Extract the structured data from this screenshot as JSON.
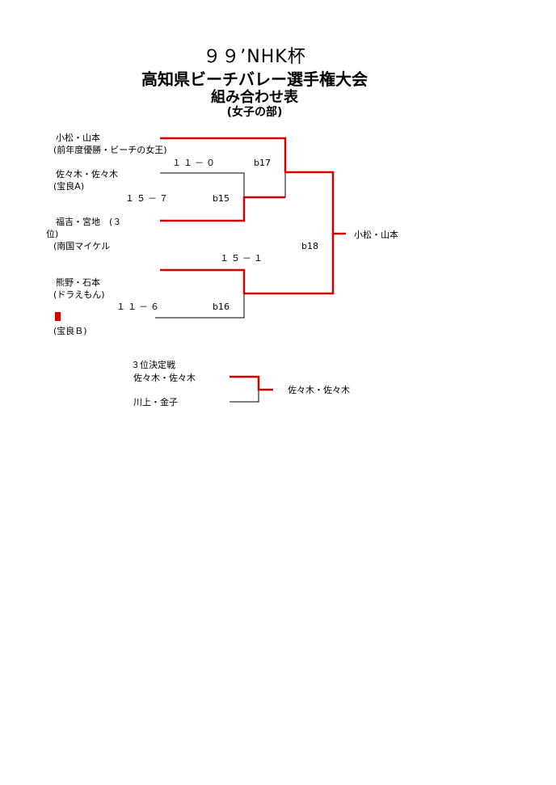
{
  "header": {
    "title": "９９’NHK杯",
    "subtitle": "高知県ビーチバレー選手権大会",
    "heading": "組み合わせ表",
    "division": "(女子の部)"
  },
  "teams": [
    {
      "name": "小松・山本",
      "note": "(前年度優勝・ビーチの女王)"
    },
    {
      "name": "佐々木・佐々木",
      "note": "(宝良A)"
    },
    {
      "name": "福吉・宮地　(３",
      "note": "位)",
      "note2": "(南国マイケル"
    },
    {
      "name": "熊野・石本",
      "note": "(ドラえもん)"
    },
    {
      "name": "",
      "note": "(宝良Ｂ)"
    }
  ],
  "matches": [
    {
      "id": "b15",
      "score": "１５－７"
    },
    {
      "id": "b16",
      "score": "１１－６"
    },
    {
      "id": "b17",
      "score": "１１－０"
    },
    {
      "id": "b18",
      "score": "１５－１"
    }
  ],
  "winner": "小松・山本",
  "third_place": {
    "label": "３位決定戦",
    "team1": "佐々木・佐々木",
    "team2": "川上・金子",
    "winner": "佐々木・佐々木"
  },
  "colors": {
    "win_line": "#d40000",
    "line": "#000000"
  }
}
